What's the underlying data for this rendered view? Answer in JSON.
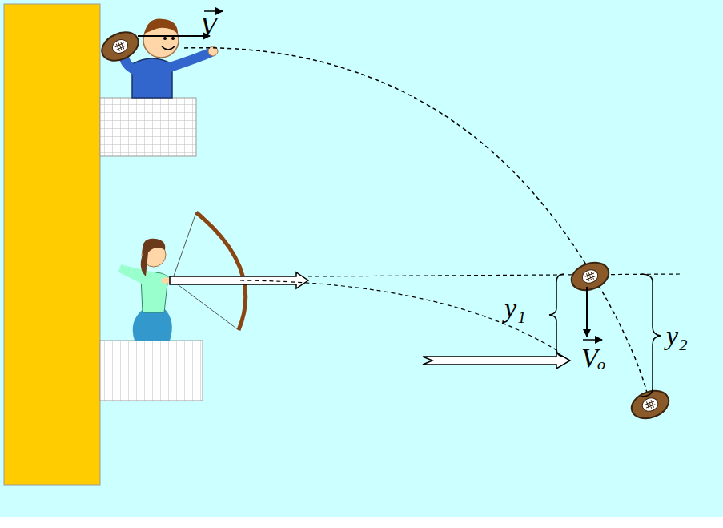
{
  "diagram": {
    "labels": [
      "V",
      "y₁",
      "Vₒ",
      "y₂"
    ]
  }
}
